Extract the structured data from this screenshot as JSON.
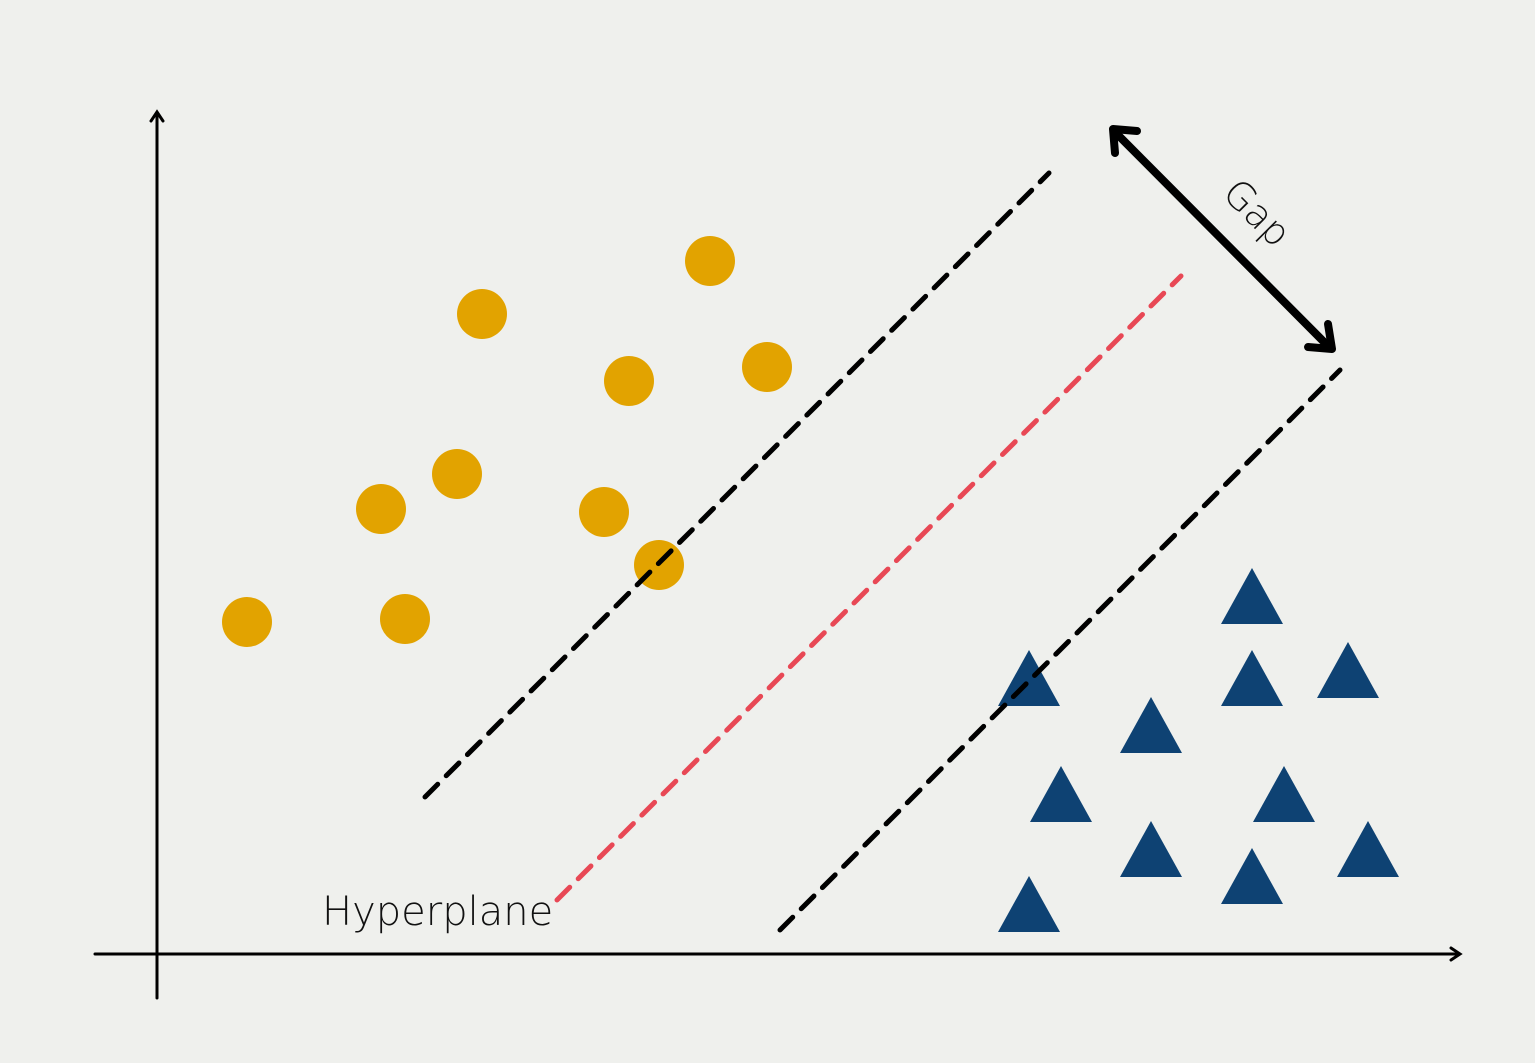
{
  "labels": {
    "hyperplane": "Hyperplane",
    "gap": "Gap"
  },
  "colors": {
    "background": "#eff0ed",
    "class_a_circles": "#e2a300",
    "class_b_triangles": "#0e4273",
    "hyperplane_line": "#e84855",
    "margin_lines": "#000000",
    "axes": "#000000"
  },
  "legend": {
    "class_a_shape": "circle",
    "class_b_shape": "triangle",
    "class_a_count": 10,
    "class_b_count": 11
  }
}
